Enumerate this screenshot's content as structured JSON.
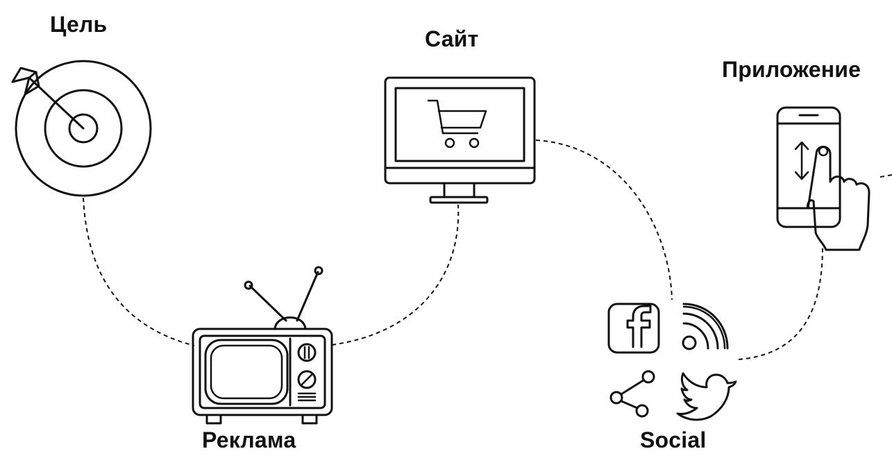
{
  "nodes": {
    "goal": {
      "label": "Цель",
      "icon": "target-icon"
    },
    "site": {
      "label": "Сайт",
      "icon": "monitor-cart-icon"
    },
    "app": {
      "label": "Приложение",
      "icon": "smartphone-touch-icon"
    },
    "ads": {
      "label": "Реклама",
      "icon": "retro-tv-icon"
    },
    "social": {
      "label": "Social",
      "icons": [
        "facebook-icon",
        "rss-icon",
        "share-icon",
        "twitter-icon"
      ]
    }
  },
  "colors": {
    "line": "#111111",
    "background": "#ffffff"
  }
}
